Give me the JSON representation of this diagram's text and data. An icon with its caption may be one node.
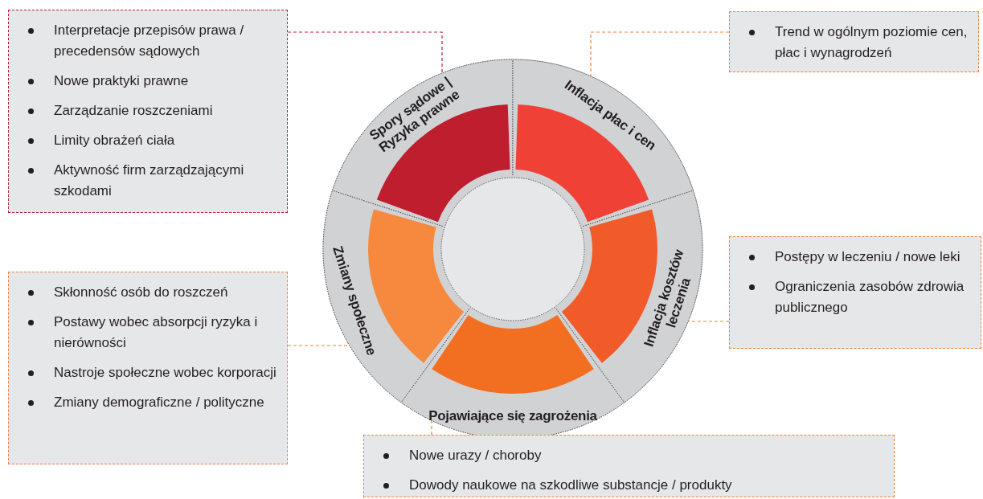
{
  "diagram": {
    "nodes": [
      {
        "text": [
          "Interpretacje przepisów prawa / precedensów sądowych",
          "Nowe praktyki prawne",
          "Zarządzanie roszczeniami",
          "Limity obrażeń ciała",
          "Aktywność firm zarządzającymi szkodami"
        ]
      },
      {
        "text": [
          "Trend w ogólnym poziomie cen, płac i wynagrodzeń"
        ]
      },
      {
        "text": [
          "Spory sądowe | Ryzyka prawne"
        ]
      },
      {
        "text": [
          "Inflacja płac i cen"
        ]
      },
      {
        "text": [
          "Postępy w leczeniu / nowe leki",
          "Ograniczenia zasobów zdrowia publicznego"
        ]
      },
      {
        "text": [
          "Skłonność osób do roszczeń",
          "Postawy wobec absorpcji ryzyka i nierówności",
          "Nastroje społeczne wobec korporacji",
          "Zmiany demograficzne / polityczne"
        ]
      },
      {
        "text": [
          "Zmiany społeczne"
        ]
      },
      {
        "text": [
          "Inflacja kosztów leczenia"
        ]
      },
      {
        "text": [
          "Pojawiające się zagrożenia"
        ]
      },
      {
        "text": [
          "Nowe urazy / choroby",
          "Dowody naukowe na szkodliwe substancje / produkty"
        ]
      }
    ],
    "edges": [
      {
        "from": 0,
        "to": 2,
        "arrow": "none",
        "style": "dashed",
        "color": "#be1e2d"
      },
      {
        "from": 1,
        "to": 3,
        "arrow": "none",
        "style": "dashed"
      },
      {
        "from": 4,
        "to": 7,
        "arrow": "none",
        "style": "dashed"
      },
      {
        "from": 5,
        "to": 6,
        "arrow": "none",
        "style": "dashed"
      },
      {
        "from": 9,
        "to": 8,
        "arrow": "none",
        "style": "dashed"
      }
    ]
  }
}
